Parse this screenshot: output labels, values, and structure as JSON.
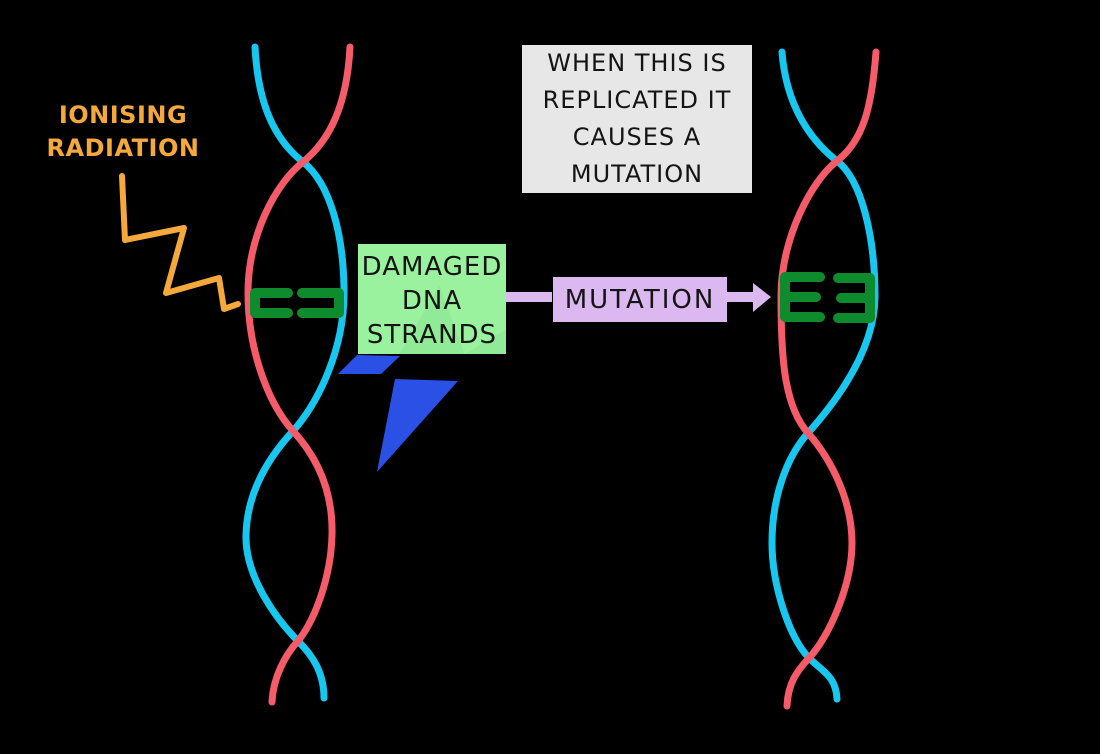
{
  "colors": {
    "background": "#000000",
    "strand_red": "#f55b68",
    "strand_cyan": "#17c7f0",
    "damage_green": "#0e8b2c",
    "box_green": "#9af29e",
    "box_green_dark": "#86e090",
    "box_purple": "#dbb8ef",
    "box_gray": "#e7e7e7",
    "bolt_blue": "#2b50e6",
    "radiation_orange": "#f5a93c",
    "text_black": "#141414"
  },
  "ionising_radiation": {
    "lines": [
      "IONISING",
      "RADIATION"
    ]
  },
  "damaged_box": {
    "lines": [
      "DAMAGED",
      "DNA",
      "STRANDS"
    ]
  },
  "mutation_box": {
    "label": "MUTATION"
  },
  "replication_box": {
    "lines": [
      "WHEN THIS IS",
      "REPLICATED IT",
      "CAUSES A",
      "MUTATION"
    ]
  },
  "icons": {
    "radiation_zigzag": "zigzag-arrow",
    "lightning_bolt": "lightning-bolt",
    "mutation_arrow": "arrow-right"
  }
}
